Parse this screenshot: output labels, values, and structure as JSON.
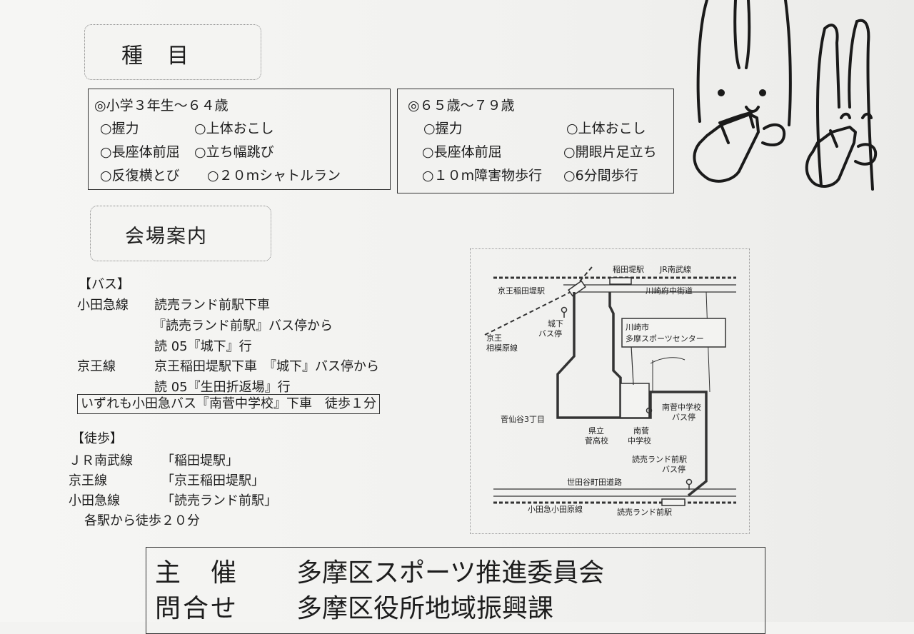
{
  "events": {
    "heading": "種　目",
    "group1": {
      "title": "◎小学３年生～６４歳",
      "items": [
        "○握力",
        "○上体おこし",
        "○長座体前屈",
        "○立ち幅跳び",
        "○反復横とび",
        "○２０mシャトルラン"
      ]
    },
    "group2": {
      "title": "◎６５歳～７９歳",
      "items": [
        "○握力",
        "○上体おこし",
        "○長座体前屈",
        "○開眼片足立ち",
        "○１０m障害物歩行",
        "○6分間歩行"
      ]
    }
  },
  "venue": {
    "heading": "会場案内",
    "bus": {
      "title": "【バス】",
      "rows": [
        {
          "line": "小田急線",
          "text": "読売ランド前駅下車"
        },
        {
          "line": "",
          "text": "『読売ランド前駅』バス停から"
        },
        {
          "line": "",
          "text": "読 05『城下』行"
        },
        {
          "line": "京王線",
          "text": "京王稲田堤駅下車　『城下』バス停から"
        },
        {
          "line": "",
          "text": "読 05『生田折返場』行"
        }
      ],
      "note": "いずれも小田急バス『南菅中学校』下車　徒歩１分"
    },
    "walk": {
      "title": "【徒歩】",
      "rows": [
        {
          "line": "ＪＲ南武線",
          "station": "「稲田堤駅」"
        },
        {
          "line": "京王線",
          "station": "「京王稲田堤駅」"
        },
        {
          "line": "小田急線",
          "station": "「読売ランド前駅」"
        }
      ],
      "note": "各駅から徒歩２０分"
    }
  },
  "map": {
    "labels": {
      "inadazutsumi": "稲田堤駅",
      "jr_nambu": "JR南武線",
      "keio_inadazutsumi": "京王稲田堤駅",
      "kawasaki_fuchu": "川崎府中街道",
      "shiroshita_1": "城下",
      "shiroshita_2": "バス停",
      "keio_sagamihara_1": "京王",
      "keio_sagamihara_2": "相模原線",
      "venue_1": "川崎市",
      "venue_2": "多摩スポーツセンター",
      "minamisuge_bus_1": "南菅中学校",
      "minamisuge_bus_2": "バス停",
      "sugesengoku": "菅仙谷3丁目",
      "kenritsu_1": "県立",
      "kenritsu_2": "菅高校",
      "minamisuge_1": "南菅",
      "minamisuge_2": "中学校",
      "yomiuri_bus_1": "読売ランド前駅",
      "yomiuri_bus_2": "バス停",
      "setagaya_machida": "世田谷町田道路",
      "odakyu_odawara": "小田急小田原線",
      "yomiuri_station": "読売ランド前駅"
    }
  },
  "sponsor": {
    "host_label": "主　催",
    "host_value": "多摩区スポーツ推進委員会",
    "contact_label": "問合せ",
    "contact_value": "多摩区役所地域振興課"
  }
}
